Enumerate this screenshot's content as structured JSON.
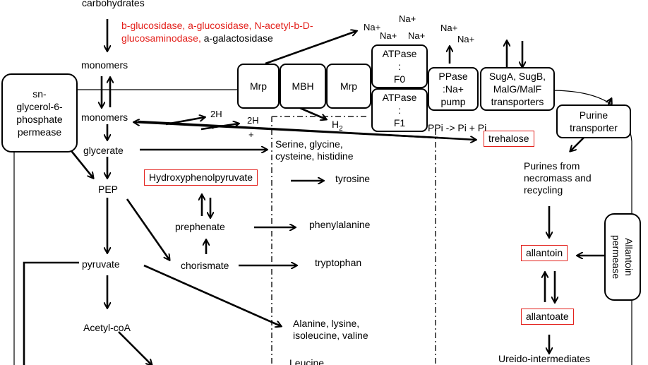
{
  "labels": {
    "carbohydrates": "carbohydrates",
    "enzymes_red_1": "b-glucosidase, a-glucosidase, N-acetyl-b-D-",
    "enzymes_red_2": "glucosaminodase,",
    "enzymes_black": " a-galactosidase",
    "monomers_top": "monomers",
    "monomers_mid": "monomers",
    "glycerate": "glycerate",
    "pep": "PEP",
    "pyruvate": "pyruvate",
    "acetyl_coa": "Acetyl-coA",
    "hydroxyphenolpyruvate": "Hydroxyphenolpyruvate",
    "tyrosine": "tyrosine",
    "prephenate": "prephenate",
    "phenylalanine": "phenylalanine",
    "chorismate": "chorismate",
    "tryptophan": "tryptophan",
    "serine_group": "Serine, glycine,\ncysteine, histidine",
    "alanine_group": "Alanine, lysine,\nisoleucine, valine",
    "leucine": "Leucine",
    "na1": "Na+",
    "na2": "Na+",
    "na3": "Na+",
    "na4": "Na+",
    "na5": "Na+",
    "na6": "Na+",
    "h2_1": "2H",
    "h2_1_plus": "+",
    "h2_2": "2H",
    "h2_2_plus": "+",
    "h2": "H",
    "h2_sub": "2",
    "ppi": "PPi -> Pi + Pi",
    "trehalose": "trehalose",
    "purines": "Purines from\nnecromass and\nrecycling",
    "allantoin": "allantoin",
    "allantoate": "allantoate",
    "ureido": "Ureido-intermediates"
  },
  "transporters": {
    "glycerol_permease": "sn-\nglycerol-6-\nphosphate\npermease",
    "mrp_left": "Mrp",
    "mbh": "MBH",
    "mrp_right": "Mrp",
    "atpase_f0": "ATPase\n:\nF0",
    "atpase_f1": "ATPase\n:\nF1",
    "ppase": "PPase\n:Na+\npump",
    "sug": "SugA, SugB,\nMalG/MalF\ntransporters",
    "purine_transporter": "Purine\ntransporter",
    "allantoin_permease": "Allantoin\npermease"
  },
  "colors": {
    "enzyme_text": "#e3211c",
    "highlight_box": "#e3211c"
  }
}
